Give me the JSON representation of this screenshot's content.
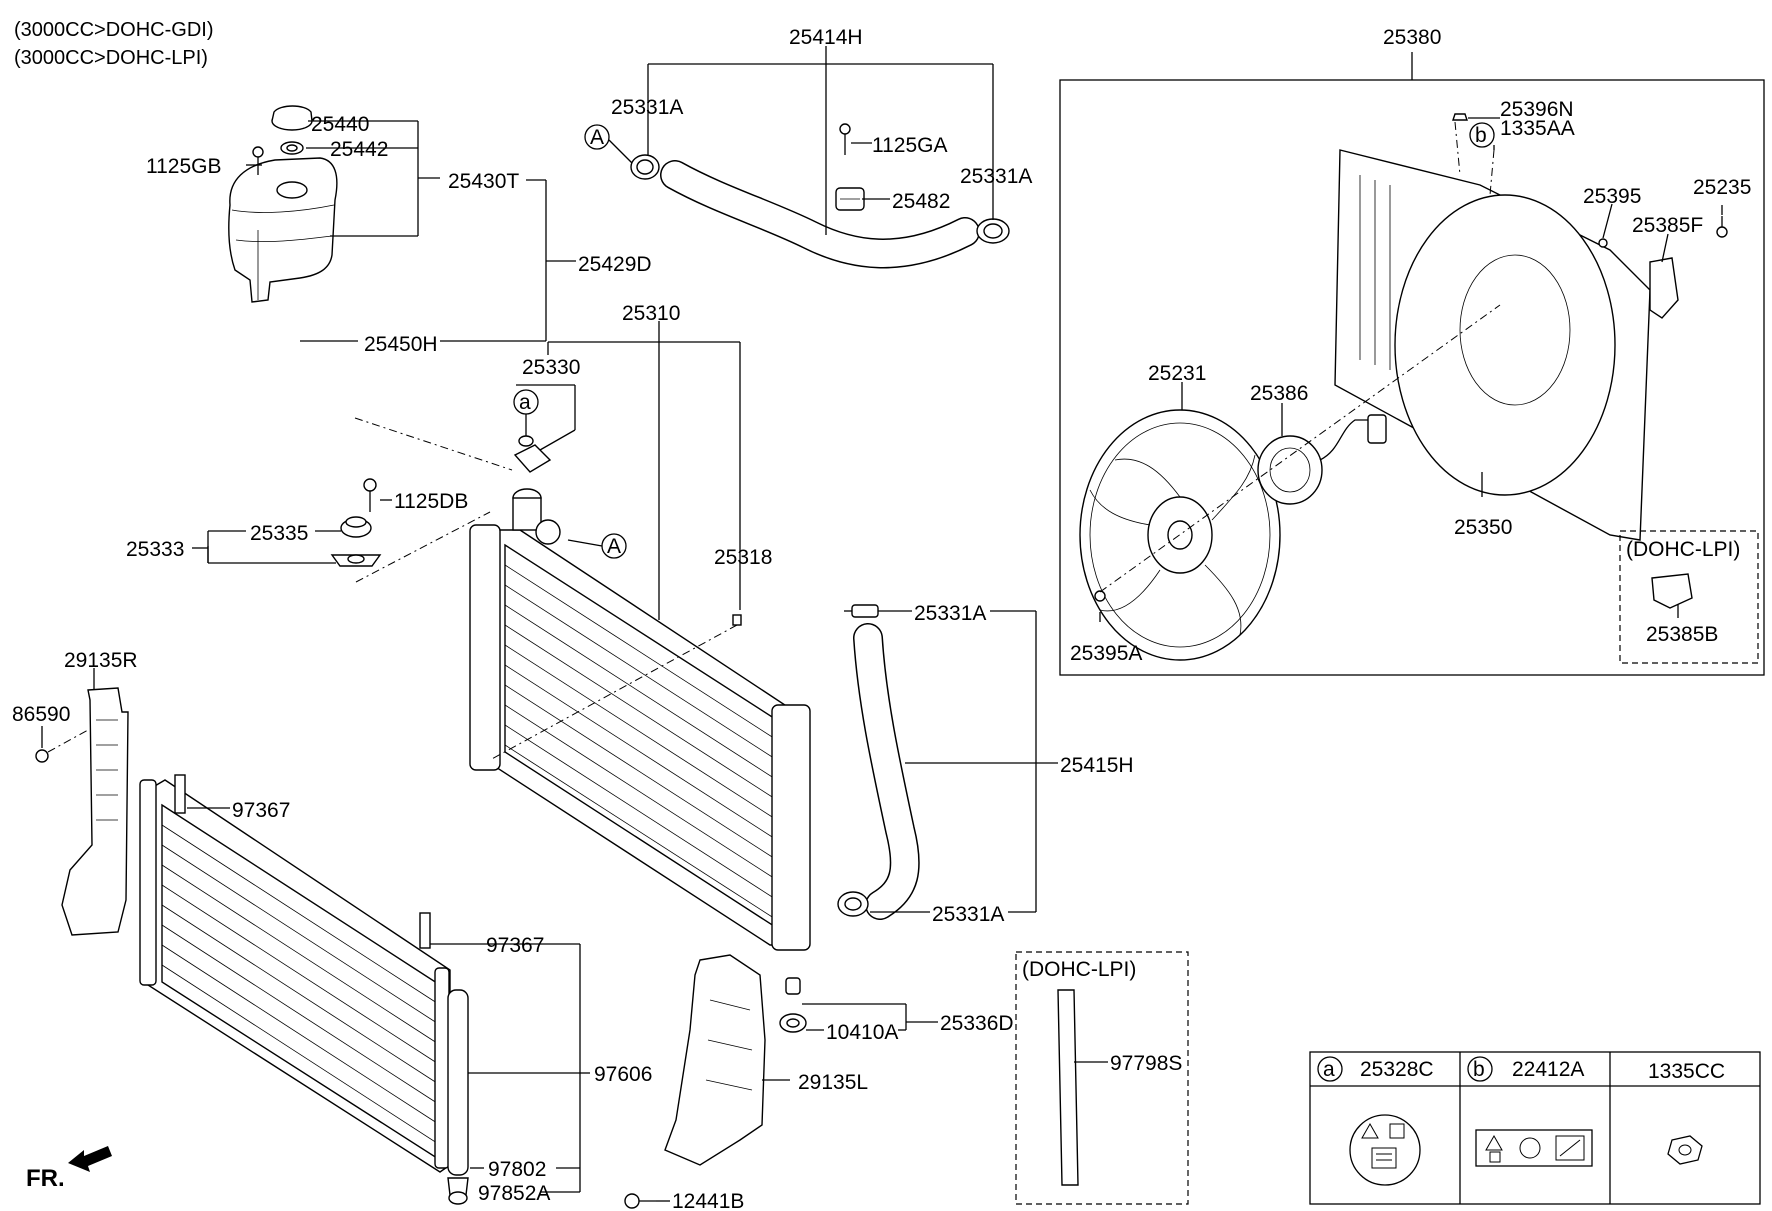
{
  "header": {
    "line1": "(3000CC>DOHC-GDI)",
    "line2": "(3000CC>DOHC-LPI)"
  },
  "front_marker": "FR.",
  "callouts": {
    "A1": "A",
    "A2": "A",
    "a": "a",
    "b": "b"
  },
  "labels": {
    "p25414H": "25414H",
    "p25380": "25380",
    "p25331A_1": "25331A",
    "p25331A_2": "25331A",
    "p25331A_3": "25331A",
    "p25331A_4": "25331A",
    "p1125GA": "1125GA",
    "p25482": "25482",
    "p25440": "25440",
    "p25442": "25442",
    "p1125GB": "1125GB",
    "p25430T": "25430T",
    "p25429D": "25429D",
    "p25450H": "25450H",
    "p25310": "25310",
    "p25330": "25330",
    "p1125DB": "1125DB",
    "p25335": "25335",
    "p25333": "25333",
    "p25318": "25318",
    "p29135R": "29135R",
    "p86590": "86590",
    "p97367_1": "97367",
    "p97367_2": "97367",
    "p97606": "97606",
    "p97802": "97802",
    "p97852A": "97852A",
    "p25415H": "25415H",
    "p25336D": "25336D",
    "p10410A": "10410A",
    "p29135L": "29135L",
    "p12441B": "12441B",
    "p97798S": "97798S",
    "p25396N": "25396N",
    "p1335AA": "1335AA",
    "p25395": "25395",
    "p25235": "25235",
    "p25385F": "25385F",
    "p25231": "25231",
    "p25386": "25386",
    "p25350": "25350",
    "p25395A": "25395A",
    "p25385B": "25385B"
  },
  "variant_boxes": {
    "lpi_fan": "(DOHC-LPI)",
    "lpi_seal": "(DOHC-LPI)"
  },
  "legend_table": {
    "cells": [
      {
        "key": "a",
        "part": "25328C"
      },
      {
        "key": "b",
        "part": "22412A"
      },
      {
        "key": "",
        "part": "1335CC"
      }
    ]
  }
}
